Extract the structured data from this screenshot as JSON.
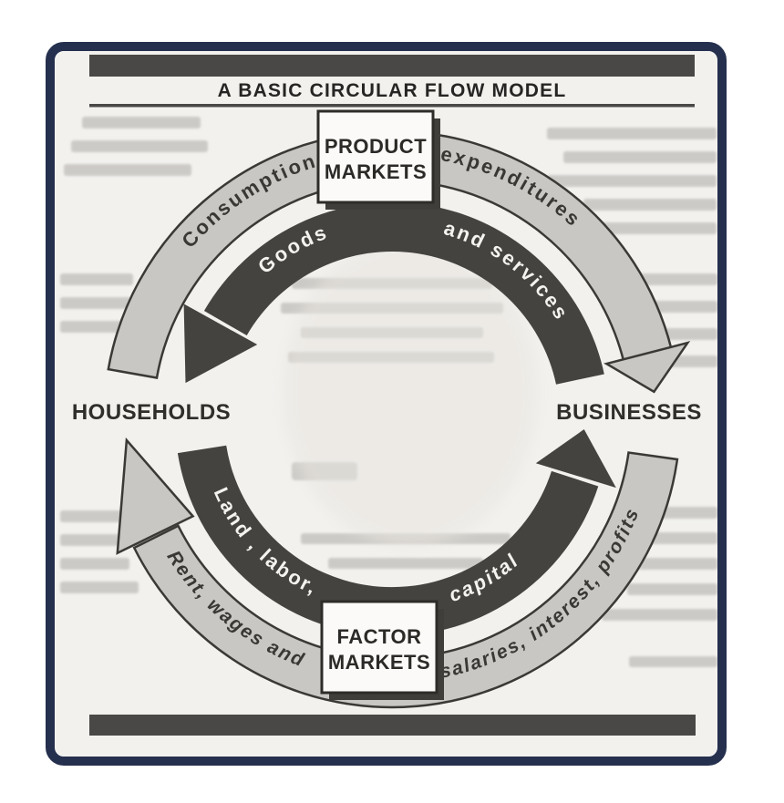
{
  "diagram": {
    "title": "A BASIC CIRCULAR FLOW MODEL",
    "nodes": {
      "product_markets_line1": "PRODUCT",
      "product_markets_line2": "MARKETS",
      "factor_markets_line1": "FACTOR",
      "factor_markets_line2": "MARKETS",
      "households": "HOUSEHOLDS",
      "businesses": "BUSINESSES"
    },
    "flows": {
      "outer_top_left": "Consumption",
      "outer_top_right": "expenditures",
      "inner_top_left": "Goods",
      "inner_top_right": "and services",
      "inner_bottom_left": "Land , labor,",
      "inner_bottom_right": "capital",
      "outer_bottom_left": "Rent, wages and",
      "outer_bottom_right": "salaries, interest, profits"
    },
    "colors": {
      "frame": "#25304e",
      "page_bg": "#f2f1ee",
      "bar": "#4a4846",
      "band_light": "#c9c7c3",
      "band_dark": "#454340",
      "box_fill": "#fbfaf8",
      "box_shadow": "#3f3e3b"
    }
  }
}
